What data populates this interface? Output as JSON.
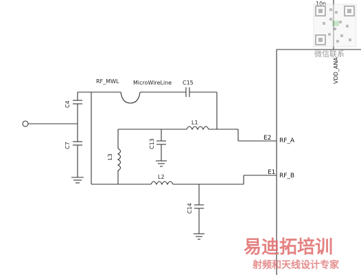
{
  "schematic": {
    "labels": {
      "rf_mwl": "RF_MWL",
      "microwireline": "MicroWireLine",
      "c15": "C15",
      "c4": "C4",
      "c7": "C7",
      "l1": "L1",
      "c13": "C13",
      "l3": "L3",
      "l2": "L2",
      "c14": "C14",
      "e2": "E2",
      "rf_a": "RF_A",
      "e1": "E1",
      "rf_b": "RF_B",
      "vdd_ana": "VDD_ANA",
      "top_fragment": "10n"
    }
  },
  "watermark": {
    "qr_caption": "微信联系",
    "brand": "易迪拓培训",
    "tagline": "射频和天线设计专家"
  },
  "colors": {
    "wire": "#333333",
    "watermark_red": "#e06d6d",
    "watermark_gray": "#9a9a9a"
  }
}
